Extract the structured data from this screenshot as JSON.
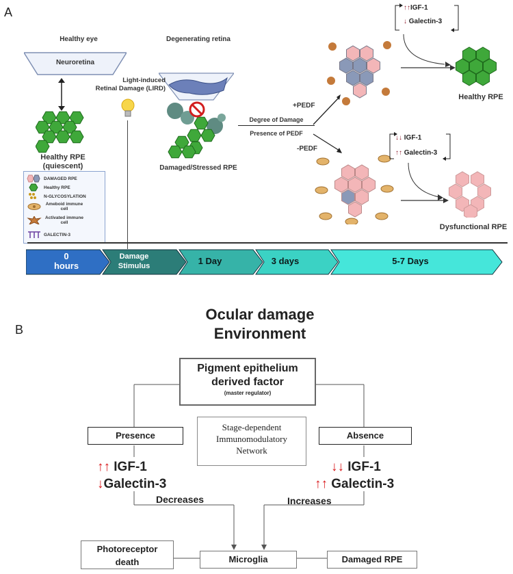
{
  "panelA": {
    "letter": "A",
    "healthy_eye": "Healthy eye",
    "neuroretina": "Neuroretina",
    "healthy_rpe": "Healthy RPE",
    "quiescent": "(quiescent)",
    "degenerating_retina": "Degenerating retina",
    "lird_line1": "Light-induced",
    "lird_line2": "Retinal Damage (LIRD)",
    "damaged_stressed": "Damaged/Stressed RPE",
    "degree_of_damage": "Degree of Damage",
    "presence_of_pedf": "Presence of PEDF",
    "plus_pedf": "+PEDF",
    "minus_pedf": "-PEDF",
    "top_igf": "IGF-1",
    "top_galectin": "Galectin-3",
    "bottom_igf": "IGF-1",
    "bottom_galectin": "Galectin-3",
    "healthy_rpe_out": "Healthy  RPE",
    "dysfunctional_rpe": "Dysfunctional RPE",
    "legend": [
      "DAMAGED RPE",
      "Healthy RPE",
      "N-GLYCOSYLATION",
      "Ameboid immune cell",
      "Activated immune cell",
      "GALECTIN-3"
    ],
    "timeline": [
      {
        "line1": "0",
        "line2": "hours",
        "color": "#2f6fc4",
        "text_color": "#ffffff"
      },
      {
        "line1": "Damage",
        "line2": "Stimulus",
        "color": "#2c7d78",
        "text_color": "#ffffff"
      },
      {
        "line1": "1 Day",
        "line2": "",
        "color": "#36b3a8",
        "text_color": "#0c1a1a"
      },
      {
        "line1": "3 days",
        "line2": "",
        "color": "#3bd2c4",
        "text_color": "#0c1a1a"
      },
      {
        "line1": "5-7 Days",
        "line2": "",
        "color": "#45e6da",
        "text_color": "#0c1a1a"
      }
    ]
  },
  "panelB": {
    "letter": "B",
    "title_line1": "Ocular damage",
    "title_line2": "Environment",
    "pedf_line1": "Pigment epithelium",
    "pedf_line2": "derived factor",
    "pedf_sub": "(master regulator)",
    "presence": "Presence",
    "absence": "Absence",
    "network_line1": "Stage-dependent",
    "network_line2": "Immunomodulatory",
    "network_line3": "Network",
    "left_igf": "IGF-1",
    "left_galectin": "Galectin-3",
    "right_igf": "IGF-1",
    "right_galectin": "Galectin-3",
    "decreases": "Decreases",
    "increases": "Increases",
    "photoreceptor_line1": "Photoreceptor",
    "photoreceptor_line2": "death",
    "microglia": "Microglia",
    "damaged_rpe": "Damaged RPE"
  },
  "colors": {
    "healthy_green": "#3fa83a",
    "damaged_pink": "#f3b6b8",
    "damaged_grey": "#8a99b8",
    "arrow_red": "#d8191b"
  }
}
